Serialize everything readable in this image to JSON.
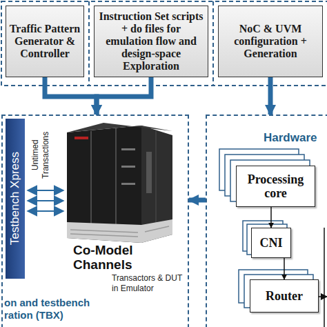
{
  "diagram": {
    "nodes": [
      {
        "text": [
          "Traffic Pattern Generator & Controller"
        ]
      },
      {
        "text": [
          "Instruction Set scripts + do files for emulation flow and design-space Exploration"
        ]
      },
      {
        "text": [
          "NoC & UVM configuration + Generation"
        ]
      },
      {
        "text": [
          "on and testbench ration (TBX)"
        ]
      },
      {
        "text": [
          "Testbench Xpress"
        ],
        "in": 3
      },
      {
        "text": [
          "Hardware"
        ]
      },
      {
        "text": [
          "Processing core"
        ],
        "in": 5
      },
      {
        "text": [
          "CNI"
        ],
        "in": 5
      },
      {
        "text": [
          "Router"
        ],
        "in": 5
      }
    ],
    "edges": [
      {
        "from": 0,
        "to": 3,
        "arrow": "to"
      },
      {
        "from": 1,
        "to": 3,
        "arrow": "to"
      },
      {
        "from": 2,
        "to": 5,
        "arrow": "to"
      },
      {
        "from": 5,
        "to": 3,
        "arrow": "to"
      },
      {
        "from": 6,
        "to": 7,
        "arrow": "to"
      },
      {
        "from": 7,
        "to": 8,
        "arrow": "to"
      }
    ],
    "labels": [
      "Untimed Transactions",
      "Co-Model Channels",
      "Transactors & DUT in Emulator"
    ]
  }
}
